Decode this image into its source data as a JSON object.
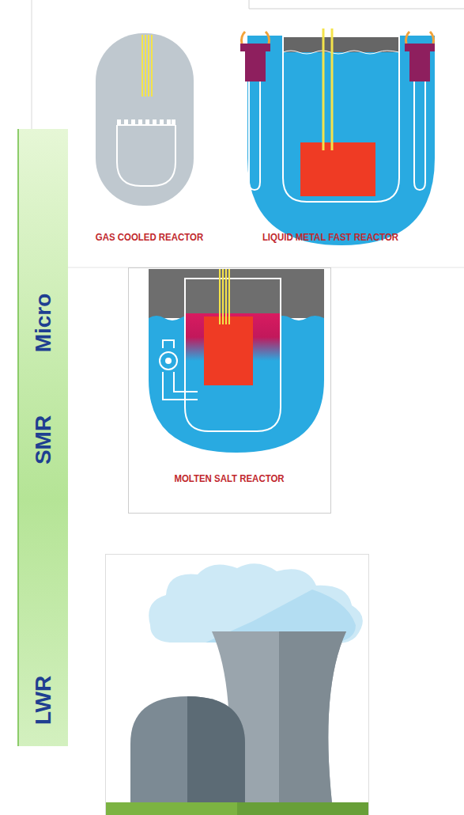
{
  "diagram": {
    "nodes": [
      {
        "text": [
          "Micro",
          "SMR",
          "LWR"
        ]
      }
    ],
    "labels": [
      "GAS COOLED REACTOR",
      "LIQUID METAL FAST REACTOR",
      "MOLTEN SALT REACTOR"
    ]
  }
}
